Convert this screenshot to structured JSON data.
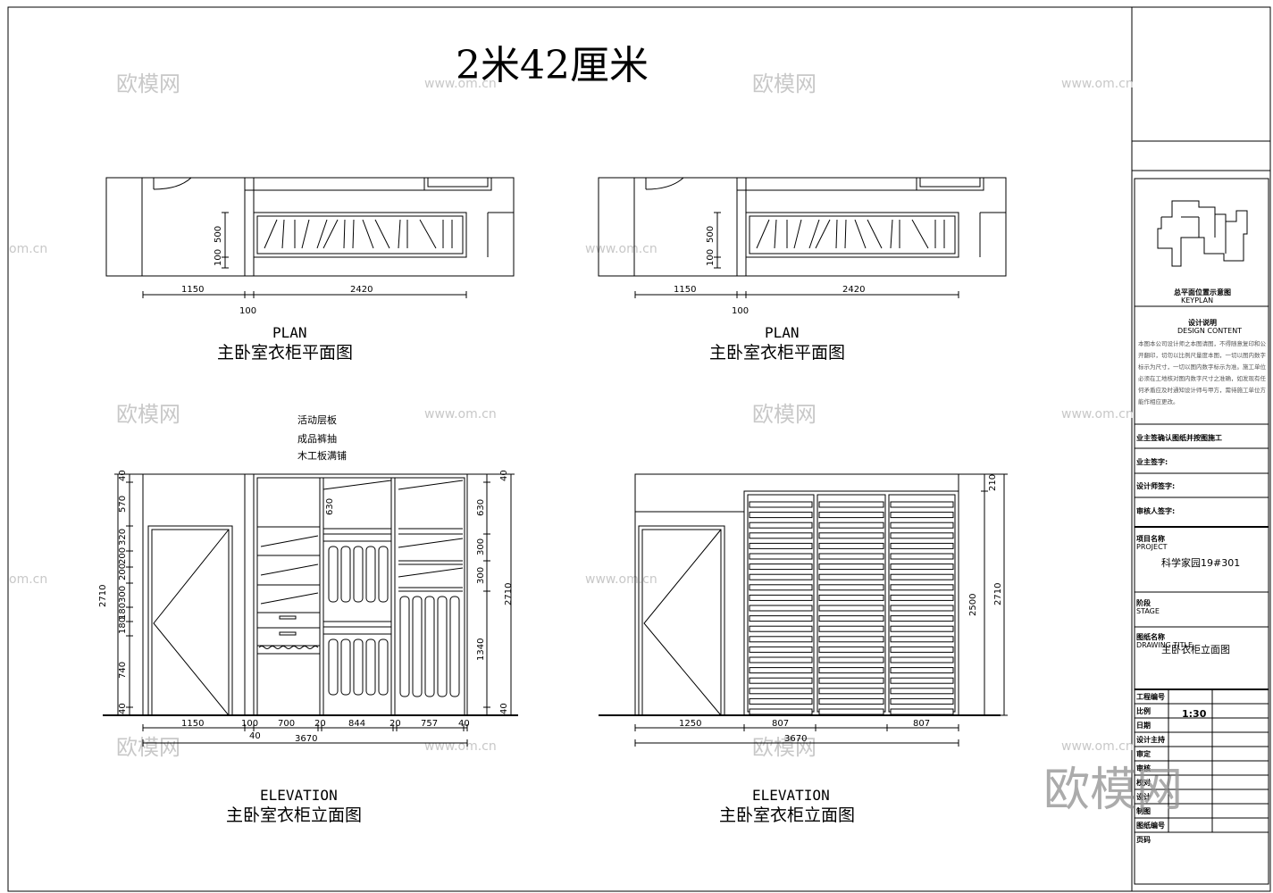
{
  "title": "2米42厘米",
  "watermarks": {
    "logo": "欧模网",
    "url": "www.om.cn",
    "url_short": "om.cn",
    "big": "欧模网"
  },
  "plan_left": {
    "label": "PLAN",
    "caption": "主卧室衣柜平面图",
    "dims": [
      "1150",
      "2420",
      "100",
      "500",
      "100"
    ]
  },
  "plan_right": {
    "label": "PLAN",
    "caption": "主卧室衣柜平面图",
    "dims": [
      "1150",
      "2420",
      "100",
      "500",
      "100"
    ]
  },
  "elev_left": {
    "label": "ELEVATION",
    "caption": "主卧室衣柜立面图",
    "notes": [
      "活动层板",
      "成品裤抽",
      "木工板满铺"
    ],
    "bottom_dims": [
      "1150",
      "100",
      "700",
      "20",
      "844",
      "20",
      "757",
      "40",
      "40",
      "3670"
    ],
    "left_dims": [
      "40",
      "570",
      "320",
      "200",
      "200",
      "300",
      "180",
      "180",
      "740",
      "40",
      "2710"
    ],
    "right_dims": [
      "40",
      "630",
      "300",
      "300",
      "1340",
      "40",
      "2710"
    ],
    "inner_dims": [
      "630"
    ]
  },
  "elev_right": {
    "label": "ELEVATION",
    "caption": "主卧室衣柜立面图",
    "bottom_dims": [
      "1250",
      "807",
      "807",
      "3670"
    ],
    "right_dims": [
      "210",
      "2500",
      "2710"
    ]
  },
  "title_block": {
    "plan_title": "总平面位置示意图",
    "plan_title_en": "KEYPLAN",
    "design_note_title": "设计说明",
    "design_note_en": "DESIGN CONTENT",
    "design_note_text": "本图本公司设计师之本图请图，不得随意复印和公开翻印，切勿以比例尺量度本图，一切以图内数字标示为尺寸，一切以图内数字标示为准。施工单位必须在工地核对图内数字尺寸之准确，如发现有任何矛盾应及时通知设计师与甲方，需待施工单位方能作相应更改。",
    "confirm_line": "业主签确认图纸并按图施工",
    "owner_sign": "业主签字:",
    "designer_sign": "设计师签字:",
    "reviewer_sign": "审核人签字:",
    "project_label": "项目名称",
    "project_label_en": "PROJECT",
    "project_name": "科学家园19#301",
    "section_label": "阶段",
    "section_label_en": "STAGE",
    "drawing_label": "图纸名称",
    "drawing_label_en": "DRAWING TITLE",
    "drawing_name": "主卧衣柜立面图",
    "rows": [
      "工程编号",
      "比例",
      "日期",
      "设计主持",
      "审定",
      "审核",
      "校对",
      "设计",
      "制图",
      "图纸编号",
      "页码"
    ],
    "scale": "1:30"
  }
}
